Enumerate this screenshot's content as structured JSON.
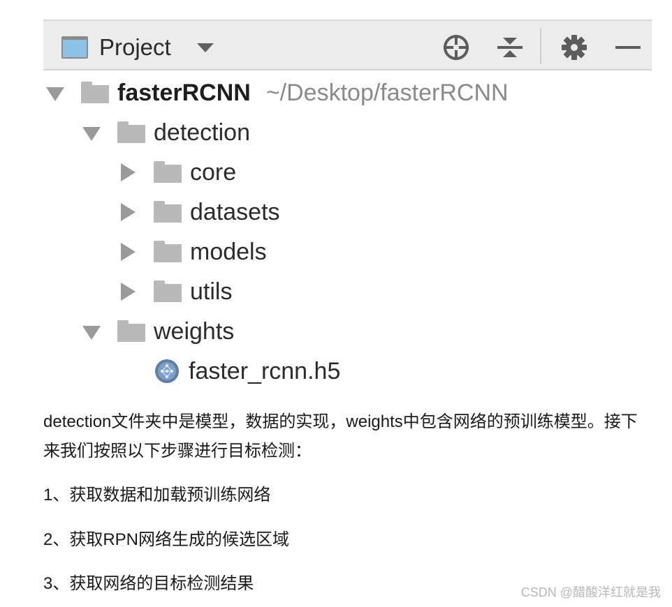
{
  "project_view": {
    "title": "Project",
    "toolbar": {
      "locate_icon": "crosshair-icon",
      "collapse_icon": "collapse-all-icon",
      "settings_icon": "gear-icon",
      "hide_icon": "minimize-icon"
    },
    "tree": {
      "root": {
        "label": "fasterRCNN",
        "path": "~/Desktop/fasterRCNN",
        "expanded": true
      },
      "detection": {
        "label": "detection",
        "expanded": true,
        "children": [
          "core",
          "datasets",
          "models",
          "utils"
        ]
      },
      "weights": {
        "label": "weights",
        "expanded": true,
        "file": "faster_rcnn.h5"
      }
    }
  },
  "article": {
    "intro": "detection文件夹中是模型，数据的实现，weights中包含网络的预训练模型。接下来我们按照以下步骤进行目标检测：",
    "steps": [
      "1、获取数据和加载预训练网络",
      "2、获取RPN网络生成的候选区域",
      "3、获取网络的目标检测结果"
    ]
  },
  "watermark": "CSDN @醋酸洋红就是我",
  "colors": {
    "header_bg": "#ececec",
    "folder": "#b9b9b9",
    "view_icon": "#8cc3e6",
    "path_text": "#8a8a8a"
  }
}
